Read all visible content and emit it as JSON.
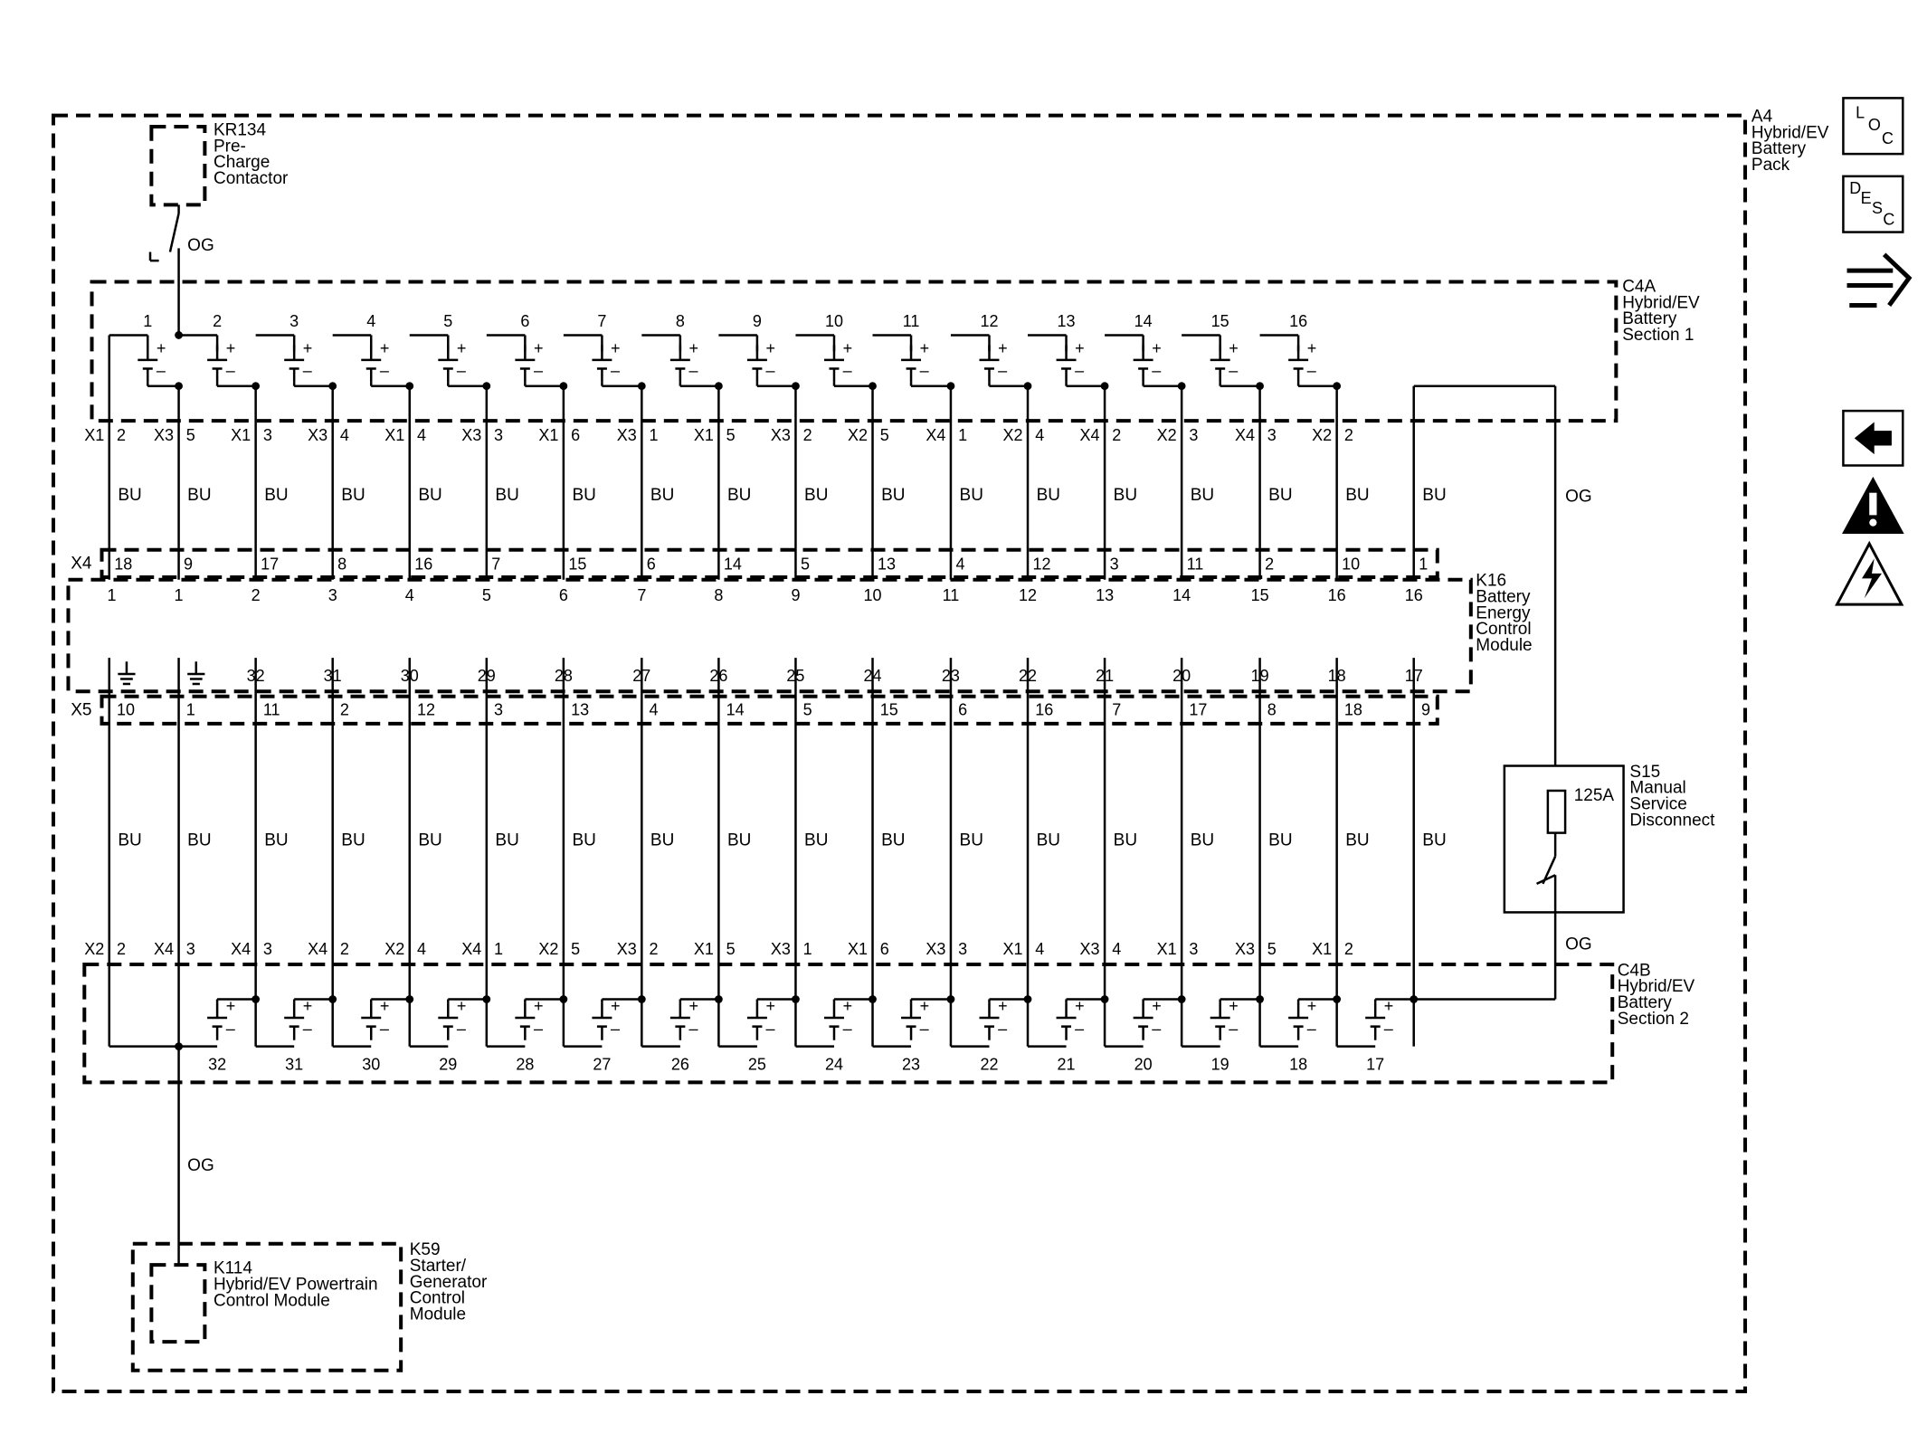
{
  "diagram": {
    "a4": {
      "id": "A4",
      "lines": [
        "Hybrid/EV",
        "Battery",
        "Pack"
      ]
    },
    "kr134": {
      "id": "KR134",
      "lines": [
        "Pre-",
        "Charge",
        "Contactor"
      ]
    },
    "c4a": {
      "id": "C4A",
      "lines": [
        "Hybrid/EV",
        "Battery",
        "Section 1"
      ]
    },
    "c4b": {
      "id": "C4B",
      "lines": [
        "Hybrid/EV",
        "Battery",
        "Section 2"
      ]
    },
    "k16": {
      "id": "K16",
      "lines": [
        "Battery",
        "Energy",
        "Control",
        "Module"
      ]
    },
    "s15": {
      "id": "S15",
      "lines": [
        "Manual",
        "Service",
        "Disconnect"
      ],
      "fuse": "125A"
    },
    "k114": {
      "id": "K114",
      "lines": [
        "Hybrid/EV Powertrain",
        "Control Module"
      ]
    },
    "k59": {
      "id": "K59",
      "lines": [
        "Starter/",
        "Generator",
        "Control",
        "Module"
      ]
    },
    "wire_color_og": "OG",
    "wire_color_bu": "BU",
    "connector_x4": "X4",
    "connector_x5": "X5",
    "section1": {
      "cells": [
        "1",
        "2",
        "3",
        "4",
        "5",
        "6",
        "7",
        "8",
        "9",
        "10",
        "11",
        "12",
        "13",
        "14",
        "15",
        "16"
      ],
      "harness": [
        [
          "X1",
          "2"
        ],
        [
          "X3",
          "5"
        ],
        [
          "X1",
          "3"
        ],
        [
          "X3",
          "4"
        ],
        [
          "X1",
          "4"
        ],
        [
          "X3",
          "3"
        ],
        [
          "X1",
          "6"
        ],
        [
          "X3",
          "1"
        ],
        [
          "X1",
          "5"
        ],
        [
          "X3",
          "2"
        ],
        [
          "X2",
          "5"
        ],
        [
          "X4",
          "1"
        ],
        [
          "X2",
          "4"
        ],
        [
          "X4",
          "2"
        ],
        [
          "X2",
          "3"
        ],
        [
          "X4",
          "3"
        ],
        [
          "X2",
          "2"
        ]
      ],
      "x4_pins": [
        "18",
        "9",
        "17",
        "8",
        "16",
        "7",
        "15",
        "6",
        "14",
        "5",
        "13",
        "4",
        "12",
        "3",
        "11",
        "2",
        "10",
        "1"
      ],
      "k16_pins": [
        "1",
        "1",
        "2",
        "3",
        "4",
        "5",
        "6",
        "7",
        "8",
        "9",
        "10",
        "11",
        "12",
        "13",
        "14",
        "15",
        "16",
        "16"
      ]
    },
    "section2": {
      "cells": [
        "32",
        "31",
        "30",
        "29",
        "28",
        "27",
        "26",
        "25",
        "24",
        "23",
        "22",
        "21",
        "20",
        "19",
        "18",
        "17"
      ],
      "harness": [
        [
          "X2",
          "2"
        ],
        [
          "X4",
          "3"
        ],
        [
          "X4",
          "3"
        ],
        [
          "X4",
          "2"
        ],
        [
          "X2",
          "4"
        ],
        [
          "X4",
          "1"
        ],
        [
          "X2",
          "5"
        ],
        [
          "X3",
          "2"
        ],
        [
          "X1",
          "5"
        ],
        [
          "X3",
          "1"
        ],
        [
          "X1",
          "6"
        ],
        [
          "X3",
          "3"
        ],
        [
          "X1",
          "4"
        ],
        [
          "X3",
          "4"
        ],
        [
          "X1",
          "3"
        ],
        [
          "X3",
          "5"
        ],
        [
          "X1",
          "2"
        ]
      ],
      "x5_pins": [
        "10",
        "1",
        "11",
        "2",
        "12",
        "3",
        "13",
        "4",
        "14",
        "5",
        "15",
        "6",
        "16",
        "7",
        "17",
        "8",
        "18",
        "9"
      ],
      "k16_pins": [
        "32",
        "31",
        "30",
        "29",
        "28",
        "27",
        "26",
        "25",
        "24",
        "23",
        "22",
        "21",
        "20",
        "19",
        "18",
        "17"
      ]
    }
  },
  "nav": {
    "loc": {
      "letters": [
        "L",
        "O",
        "C"
      ]
    },
    "desc": {
      "letters": [
        "D",
        "E",
        "S",
        "C"
      ]
    },
    "icons": [
      "connector-diagram-icon",
      "back-arrow-icon",
      "caution-icon",
      "high-voltage-warning-icon"
    ]
  }
}
